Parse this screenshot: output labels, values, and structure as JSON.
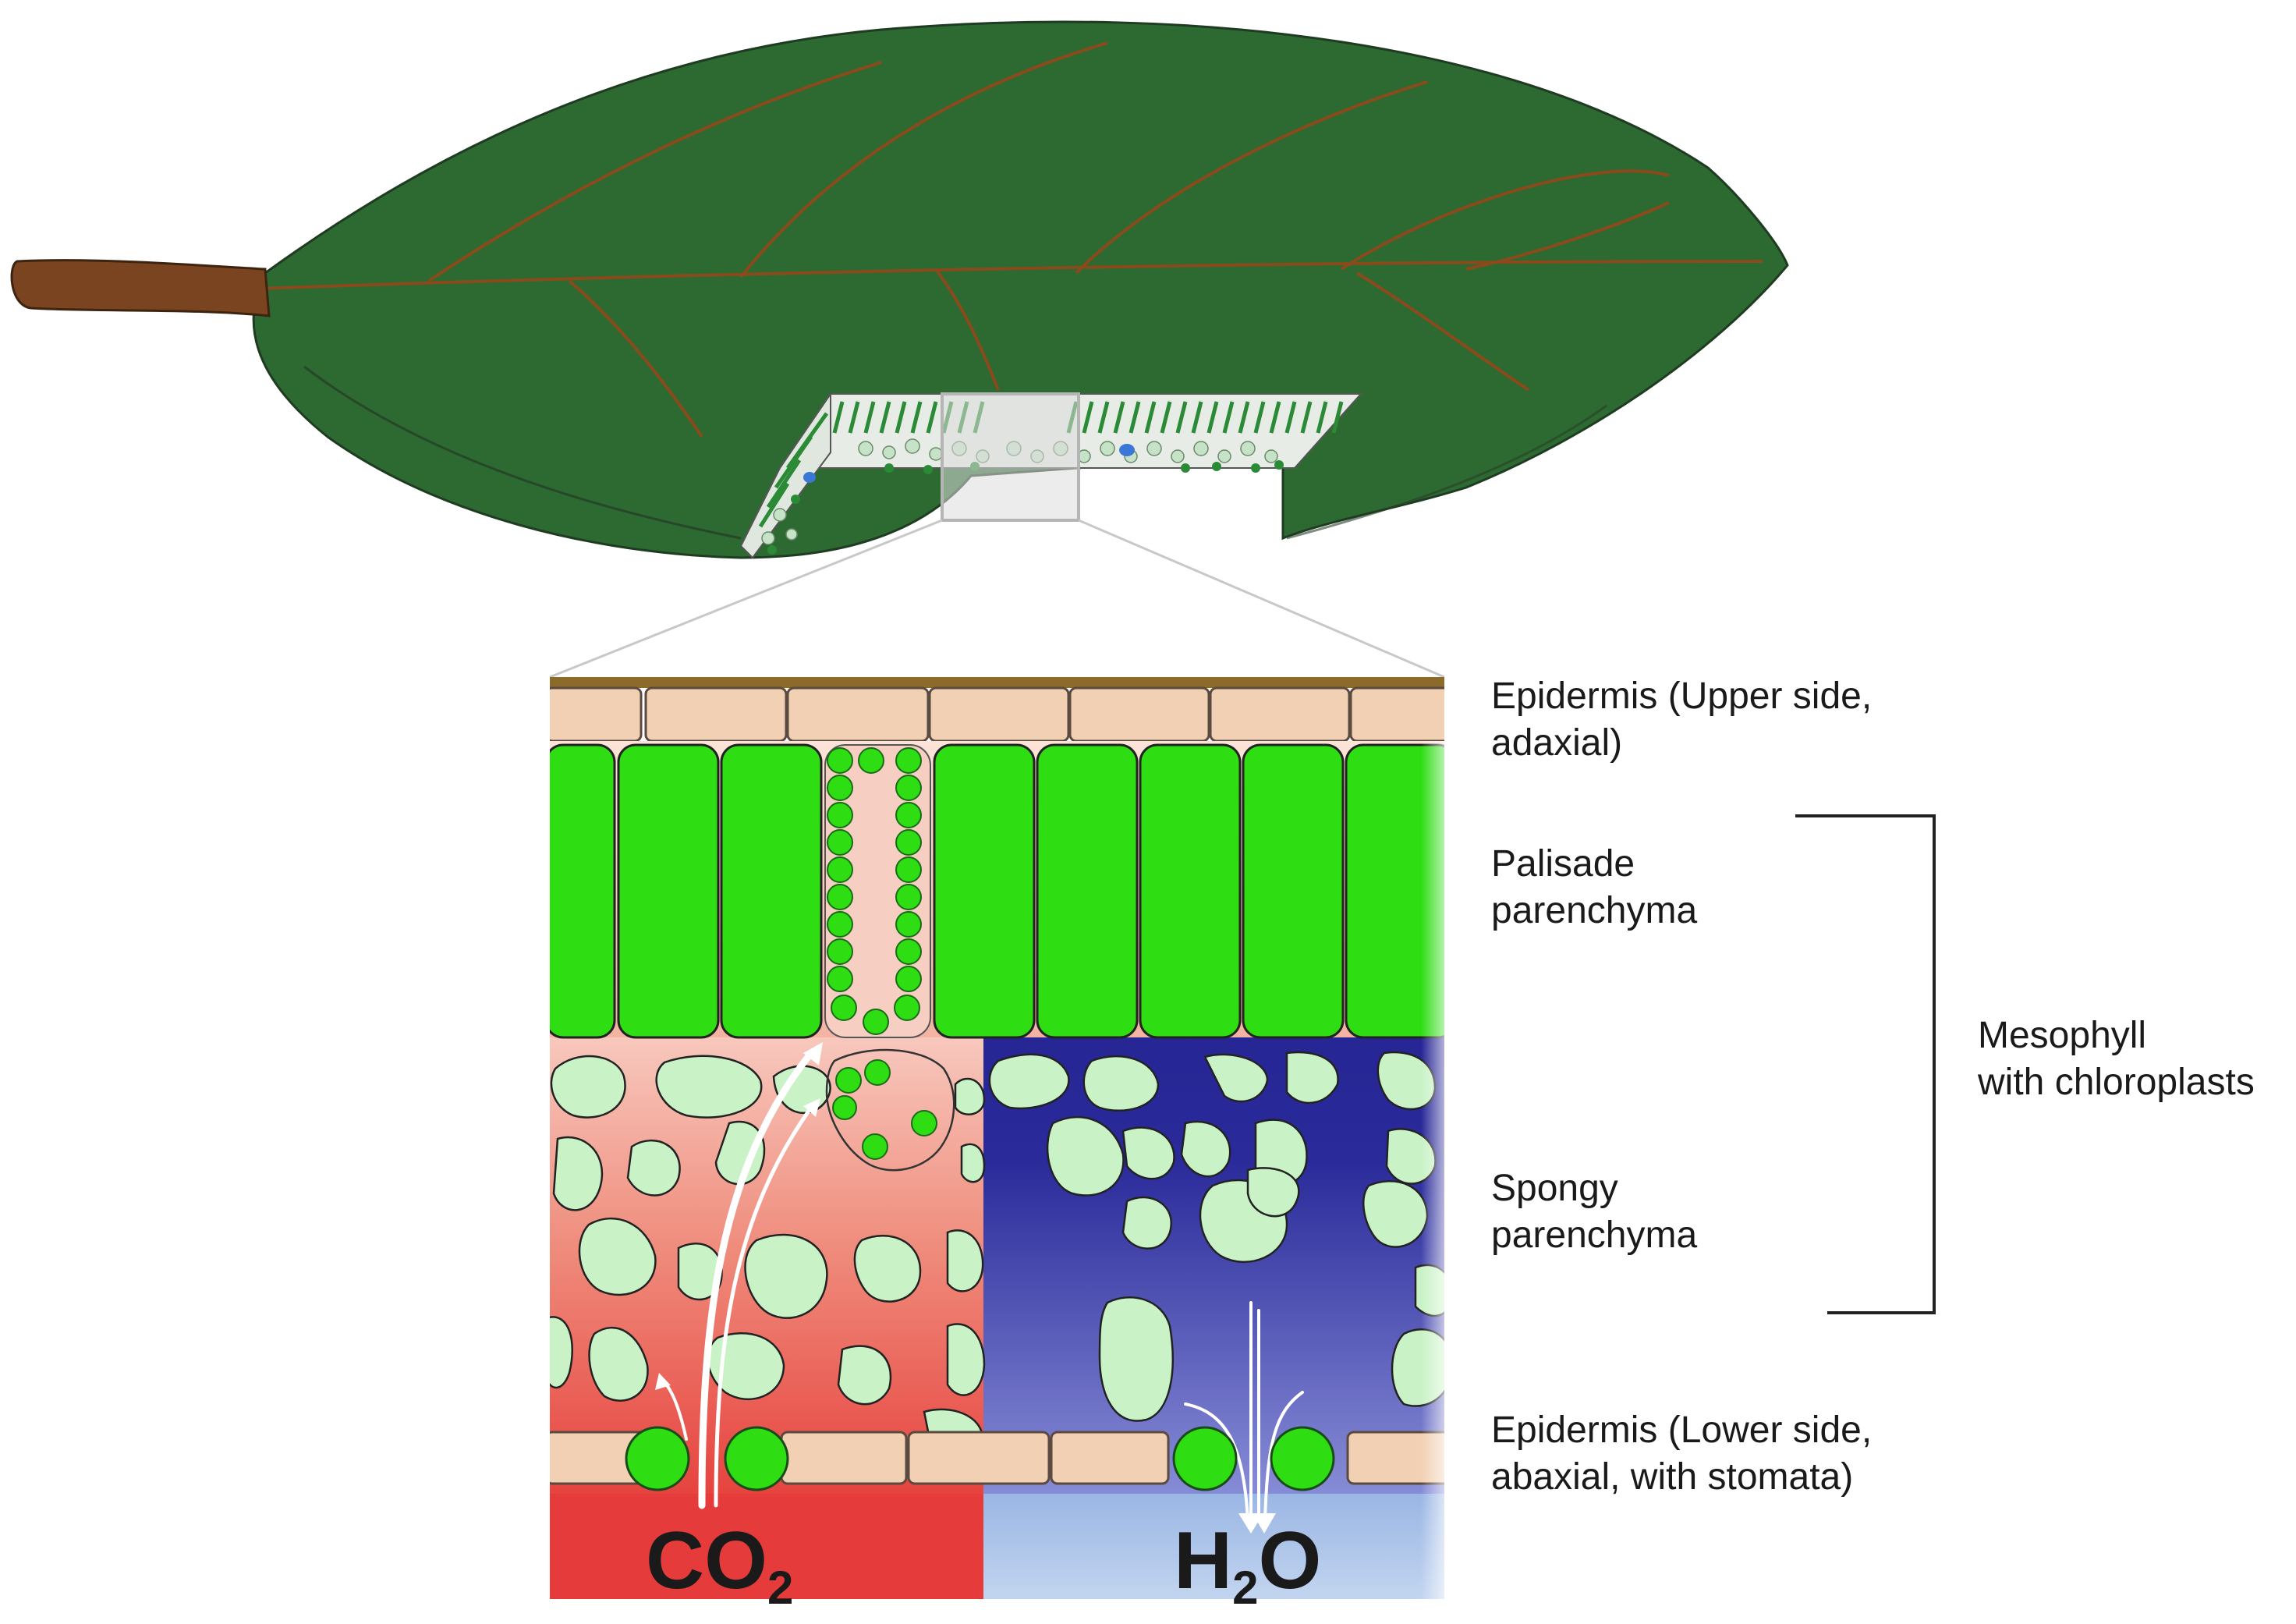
{
  "labels": {
    "epidermis_upper": [
      "Epidermis (Upper side,",
      "adaxial)"
    ],
    "palisade": [
      "Palisade",
      "parenchyma"
    ],
    "mesophyll": [
      "Mesophyll",
      "with chloroplasts"
    ],
    "spongy": [
      "Spongy",
      "parenchyma"
    ],
    "epidermis_lower": [
      "Epidermis (Lower side,",
      "abaxial, with stomata)"
    ]
  },
  "gas_labels": {
    "co2_main": "CO",
    "co2_sub": "2",
    "h2o_h": "H",
    "h2o_sub": "2",
    "h2o_o": "O"
  },
  "colors": {
    "leaf": "#2d6a31",
    "vein": "#8a4a1c",
    "petiole": "#7a4420",
    "chloroplast": "#2edd12",
    "spongy_cell": "#c9f2c6",
    "epidermis_cell": "#f2d0b3",
    "co2_region": "#e84040",
    "h2o_region": "#1c1a8c"
  }
}
